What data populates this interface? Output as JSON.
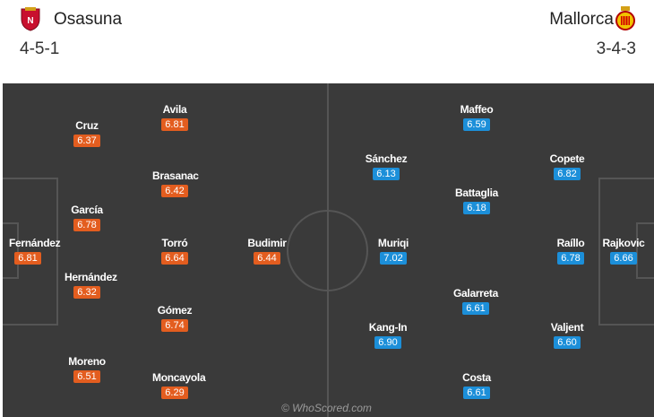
{
  "home": {
    "name": "Osasuna",
    "formation": "4-5-1",
    "color": "#e35d1f",
    "crest_icon": "osasuna-crest-icon",
    "players": [
      {
        "name": "Fernández",
        "rating": "6.81"
      },
      {
        "name": "Cruz",
        "rating": "6.37"
      },
      {
        "name": "García",
        "rating": "6.78"
      },
      {
        "name": "Hernández",
        "rating": "6.32"
      },
      {
        "name": "Moreno",
        "rating": "6.51"
      },
      {
        "name": "Avila",
        "rating": "6.81"
      },
      {
        "name": "Brasanac",
        "rating": "6.42"
      },
      {
        "name": "Torró",
        "rating": "6.64"
      },
      {
        "name": "Gómez",
        "rating": "6.74"
      },
      {
        "name": "Moncayola",
        "rating": "6.29"
      },
      {
        "name": "Budimir",
        "rating": "6.44"
      }
    ]
  },
  "away": {
    "name": "Mallorca",
    "formation": "3-4-3",
    "color": "#1c8fd9",
    "crest_icon": "mallorca-crest-icon",
    "players": [
      {
        "name": "Maffeo",
        "rating": "6.59"
      },
      {
        "name": "Sánchez",
        "rating": "6.13"
      },
      {
        "name": "Battaglia",
        "rating": "6.18"
      },
      {
        "name": "Muriqi",
        "rating": "7.02"
      },
      {
        "name": "Galarreta",
        "rating": "6.61"
      },
      {
        "name": "Kang-In",
        "rating": "6.90"
      },
      {
        "name": "Costa",
        "rating": "6.61"
      },
      {
        "name": "Copete",
        "rating": "6.82"
      },
      {
        "name": "Raíllo",
        "rating": "6.78"
      },
      {
        "name": "Valjent",
        "rating": "6.60"
      },
      {
        "name": "Rajkovic",
        "rating": "6.66"
      }
    ]
  },
  "watermark": "© WhoScored.com"
}
